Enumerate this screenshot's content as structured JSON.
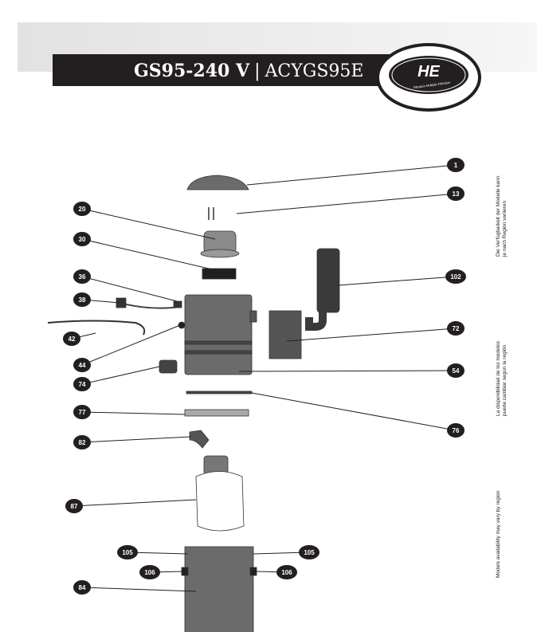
{
  "header": {
    "model": "GS95-240 V",
    "separator": "|",
    "code": "ACYGS95E",
    "logo_text": "Filtration Multiple Filtration",
    "logo_mark": "HE"
  },
  "notes": {
    "de": [
      "Die Verfügbarkeit der Modelle kann",
      "je nach Region variieren"
    ],
    "es": [
      "La disponibilidad de los modelos",
      "puede cambiar según la región"
    ],
    "en": "Models availability may vary by region"
  },
  "callouts": [
    "1",
    "13",
    "20",
    "30",
    "36",
    "38",
    "42",
    "44",
    "74",
    "102",
    "72",
    "54",
    "76",
    "77",
    "82",
    "87",
    "105",
    "105",
    "106",
    "106",
    "84"
  ],
  "colors": {
    "dark": "#231f20",
    "part": "#6b6b6b",
    "partDark": "#3a3a3a"
  }
}
